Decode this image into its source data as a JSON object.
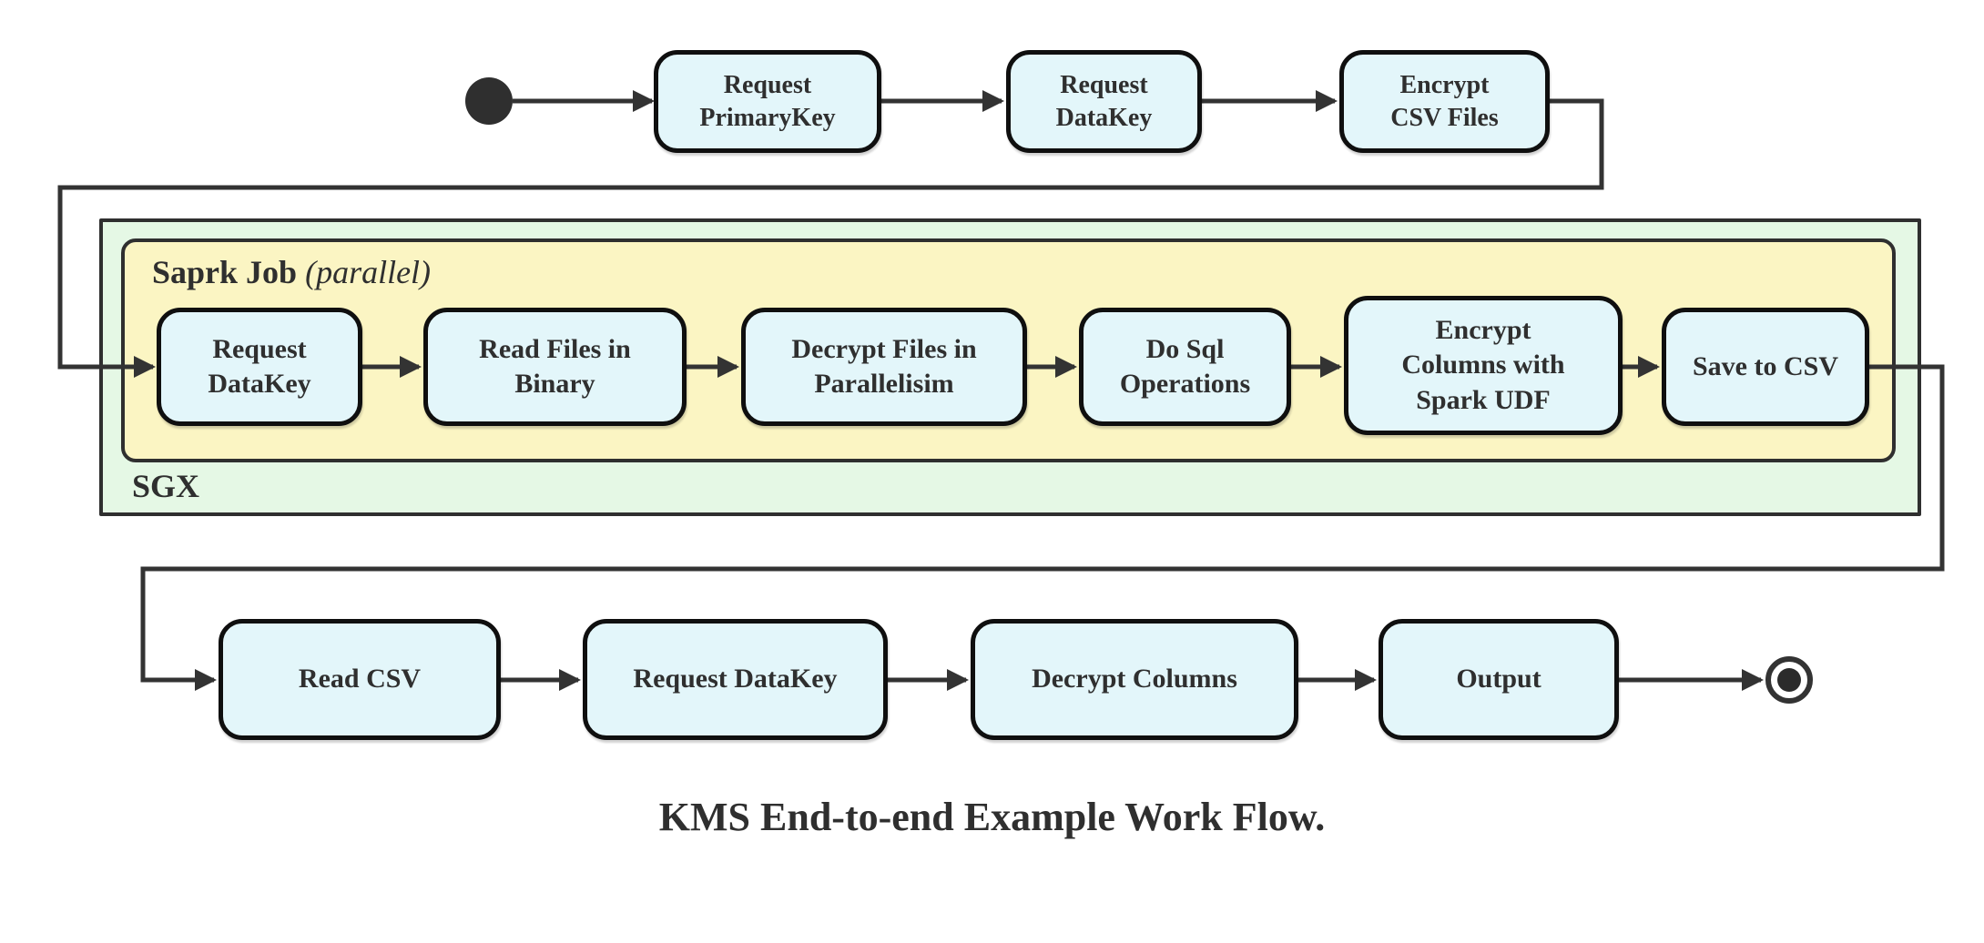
{
  "colors": {
    "node_fill": "#e3f6fa",
    "node_border": "#0f0f0f",
    "sgx_fill": "#e5f8e5",
    "spark_fill": "#fbf5c3",
    "container_border": "#2f2f2f",
    "line": "#333333",
    "text": "#2f2f2f"
  },
  "caption": "KMS End-to-end Example Work Flow.",
  "containers": {
    "sgx": {
      "label": "SGX"
    },
    "spark": {
      "label": "Saprk Job",
      "suffix": "(parallel)"
    }
  },
  "rows": [
    {
      "name": "top-row",
      "nodes": [
        {
          "label": "Request\nPrimaryKey"
        },
        {
          "label": "Request\nDataKey"
        },
        {
          "label": "Encrypt\nCSV Files"
        }
      ]
    },
    {
      "name": "spark-job-row",
      "nodes": [
        {
          "label": "Request\nDataKey"
        },
        {
          "label": "Read Files in\nBinary"
        },
        {
          "label": "Decrypt Files in\nParallelisim"
        },
        {
          "label": "Do Sql\nOperations"
        },
        {
          "label": "Encrypt\nColumns with\nSpark UDF"
        },
        {
          "label": "Save to CSV"
        }
      ]
    },
    {
      "name": "bottom-row",
      "nodes": [
        {
          "label": "Read CSV"
        },
        {
          "label": "Request DataKey"
        },
        {
          "label": "Decrypt Columns"
        },
        {
          "label": "Output"
        }
      ]
    }
  ]
}
